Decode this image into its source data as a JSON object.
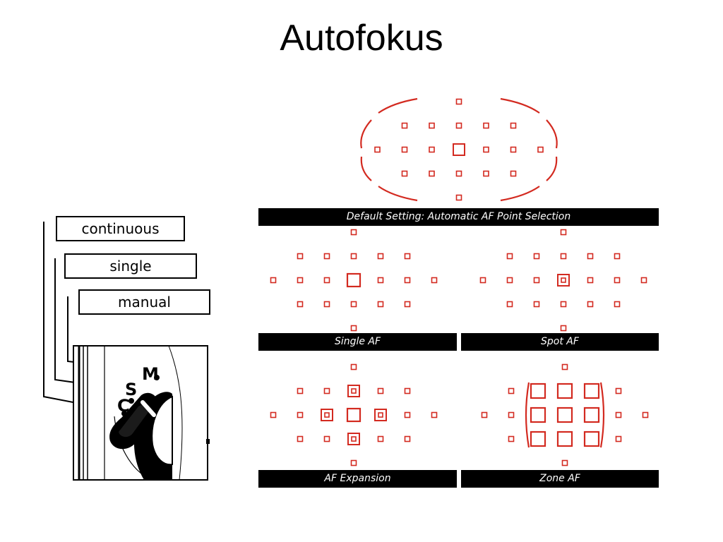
{
  "title": "Autofokus",
  "labels": {
    "continuous": "continuous",
    "single": "single",
    "manual": "manual"
  },
  "dial_letters": {
    "m": "M",
    "s": "S",
    "c": "C"
  },
  "bars": {
    "default": "Default Setting: Automatic AF Point Selection",
    "single": "Single AF",
    "spot": "Spot AF",
    "expansion": "AF Expansion",
    "zone": "Zone AF"
  },
  "colors": {
    "af_red": "#d32a20",
    "ink": "#000000"
  }
}
